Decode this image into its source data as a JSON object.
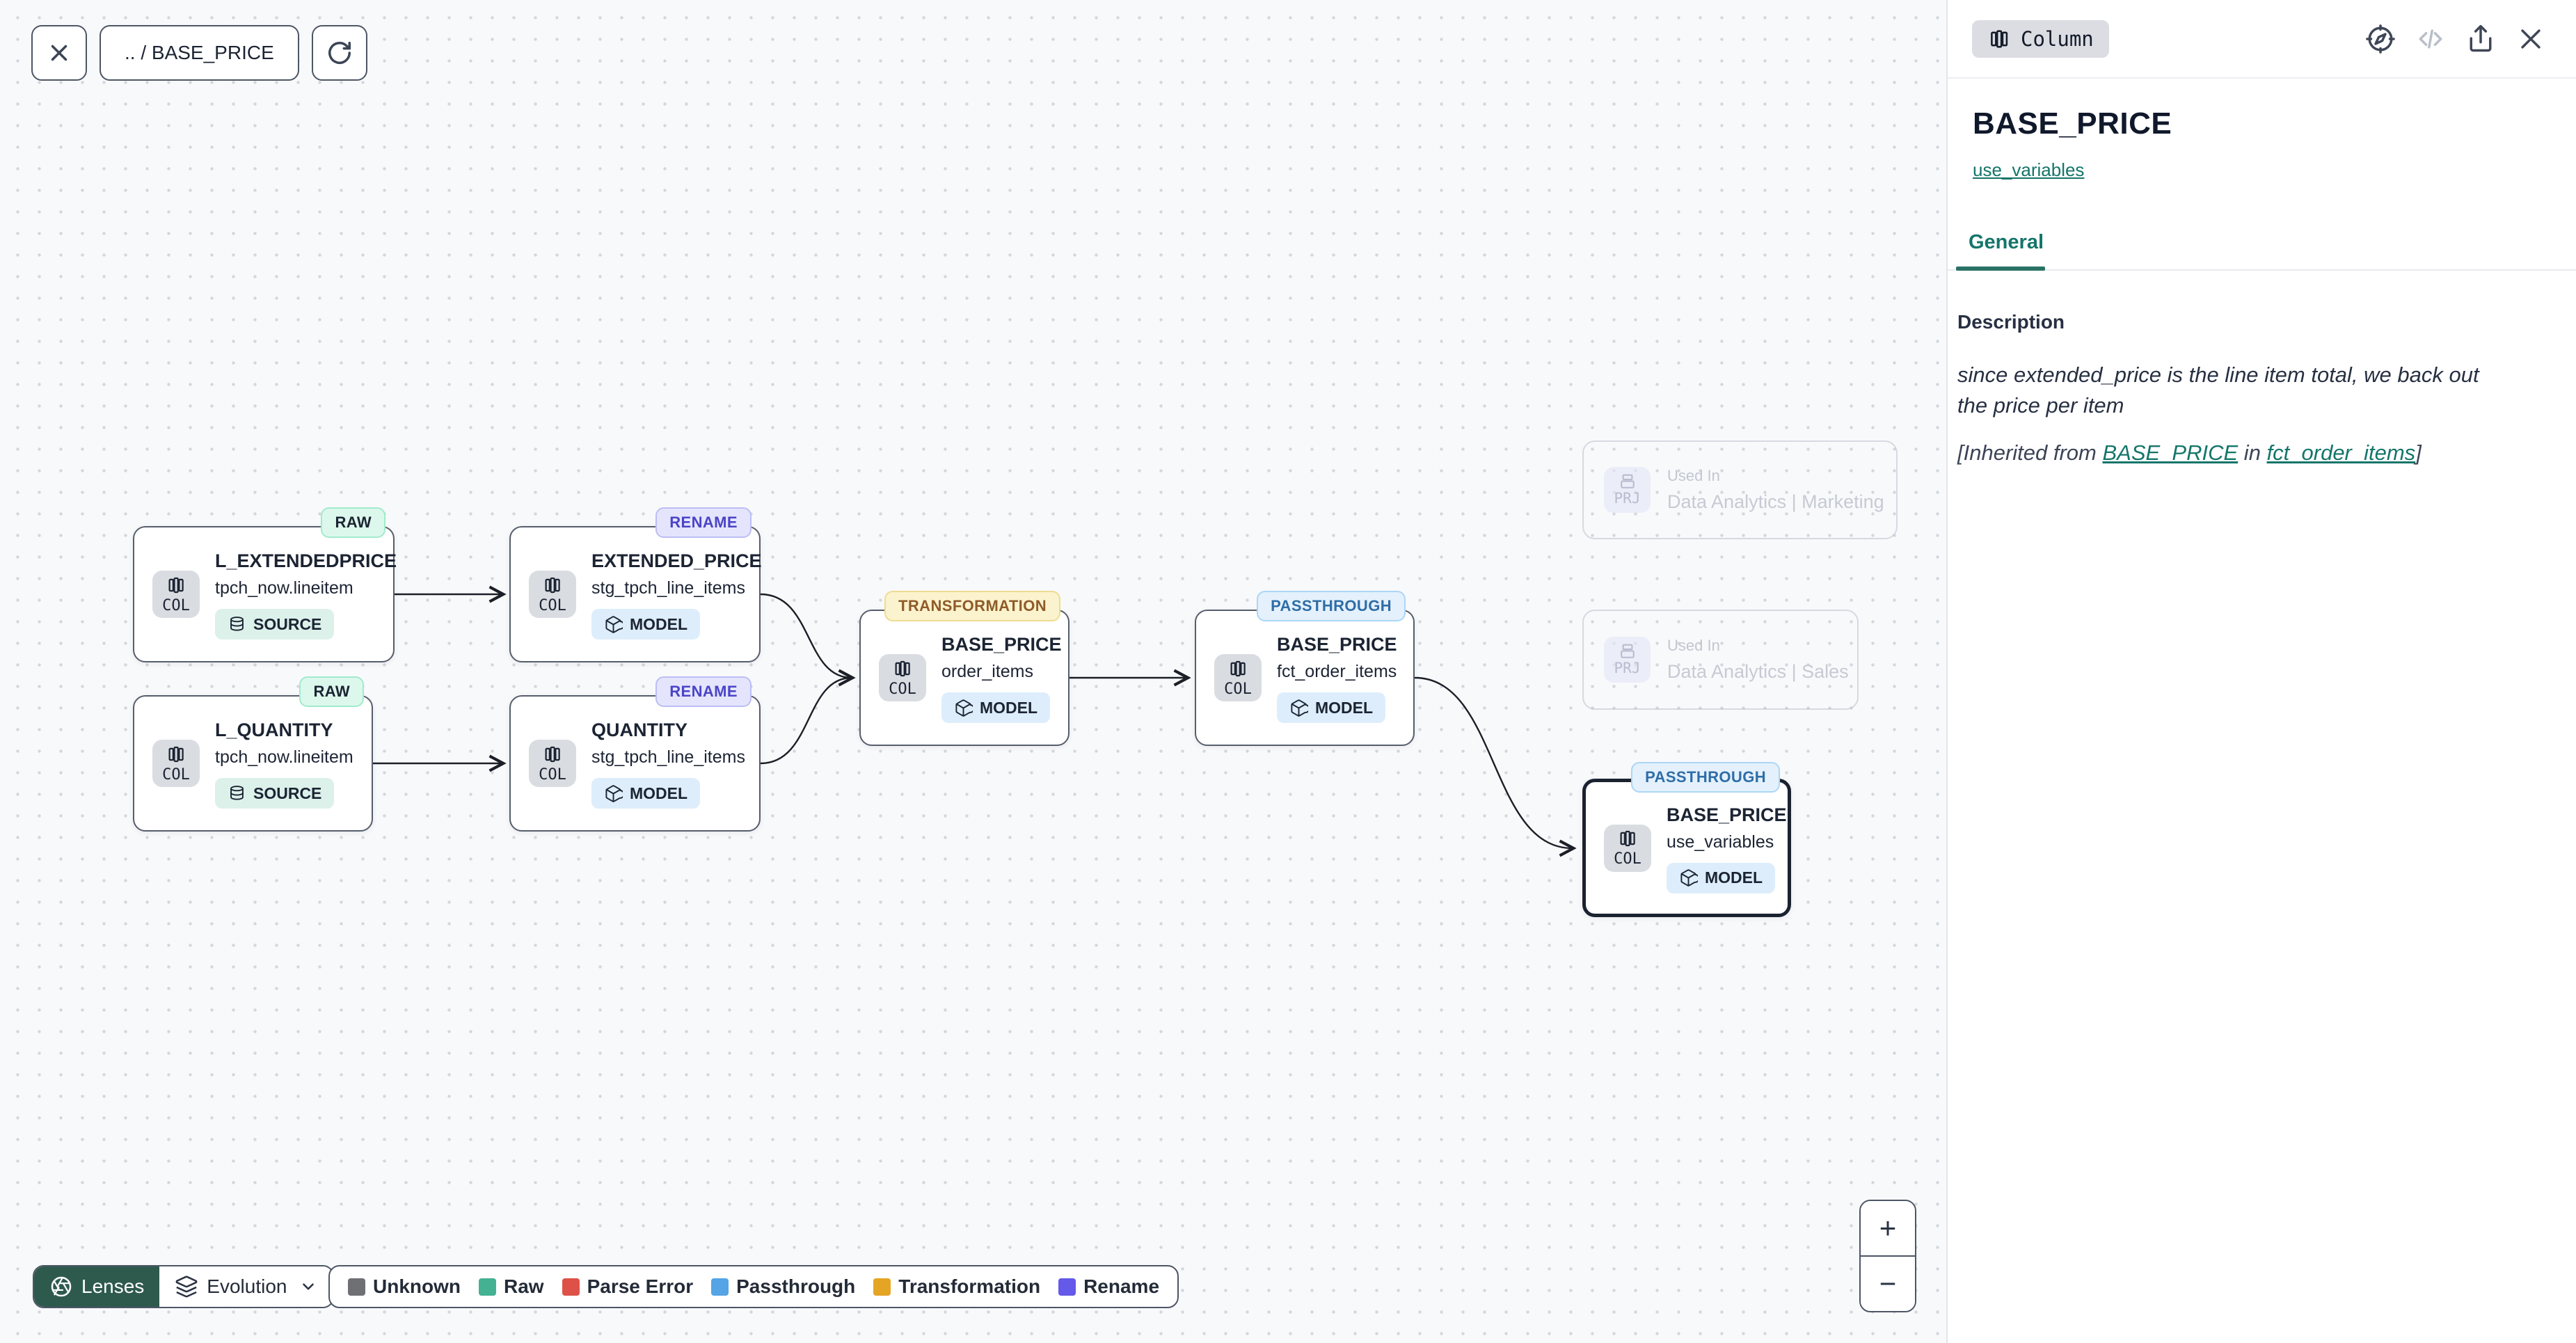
{
  "toolbar": {
    "breadcrumb": ".. / BASE_PRICE"
  },
  "panel": {
    "type_chip": "Column",
    "title": "BASE_PRICE",
    "subtitle_link": "use_variables",
    "tab": "General",
    "section_title": "Description",
    "description": "since extended_price is the line item total, we back out the price per item",
    "inherited": {
      "prefix": "[Inherited from ",
      "model_link": "BASE_PRICE",
      "infix": " in ",
      "table_link": "fct_order_items",
      "suffix": "]"
    }
  },
  "nodes": [
    {
      "badge": "RAW",
      "kind": "COL",
      "title": "L_EXTENDEDPRICE",
      "subtitle": "tpch_now.lineitem",
      "chip": "SOURCE"
    },
    {
      "badge": "RENAME",
      "kind": "COL",
      "title": "EXTENDED_PRICE",
      "subtitle": "stg_tpch_line_items",
      "chip": "MODEL"
    },
    {
      "badge": "RAW",
      "kind": "COL",
      "title": "L_QUANTITY",
      "subtitle": "tpch_now.lineitem",
      "chip": "SOURCE"
    },
    {
      "badge": "RENAME",
      "kind": "COL",
      "title": "QUANTITY",
      "subtitle": "stg_tpch_line_items",
      "chip": "MODEL"
    },
    {
      "badge": "TRANSFORMATION",
      "kind": "COL",
      "title": "BASE_PRICE",
      "subtitle": "order_items",
      "chip": "MODEL"
    },
    {
      "badge": "PASSTHROUGH",
      "kind": "COL",
      "title": "BASE_PRICE",
      "subtitle": "fct_order_items",
      "chip": "MODEL"
    },
    {
      "badge": "PASSTHROUGH",
      "kind": "COL",
      "title": "BASE_PRICE",
      "subtitle": "use_variables",
      "chip": "MODEL"
    }
  ],
  "used_in": [
    {
      "kind": "PRJ",
      "label": "Used In",
      "name": "Data Analytics | Marketing"
    },
    {
      "kind": "PRJ",
      "label": "Used In",
      "name": "Data Analytics | Sales"
    }
  ],
  "lens_bar": {
    "lenses": "Lenses",
    "mode": "Evolution"
  },
  "legend": {
    "items": [
      {
        "label": "Unknown",
        "color": "#6e7074"
      },
      {
        "label": "Raw",
        "color": "#45b193"
      },
      {
        "label": "Parse Error",
        "color": "#de5149"
      },
      {
        "label": "Passthrough",
        "color": "#54a4e6"
      },
      {
        "label": "Transformation",
        "color": "#e5a524"
      },
      {
        "label": "Rename",
        "color": "#6459e9"
      }
    ]
  },
  "zoom_controls": {
    "zoom_in": "+",
    "zoom_out": "−"
  },
  "colors": {
    "accent_teal": "#14756a",
    "selected_border": "#1b2230",
    "edge": "#1b1f27"
  }
}
